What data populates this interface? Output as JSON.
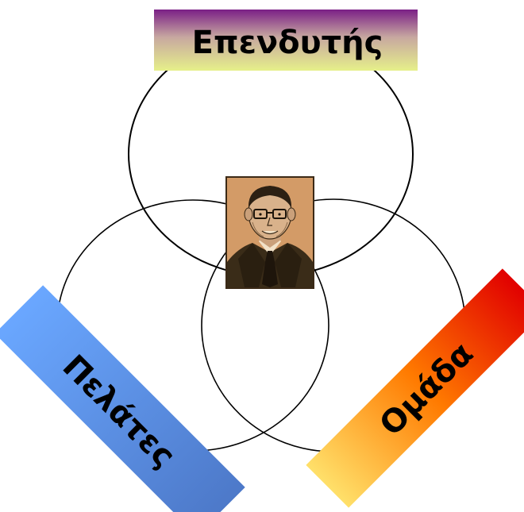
{
  "labels": {
    "top": "Επενδυτής",
    "left": "Πελάτες",
    "right": "Ομάδα"
  },
  "colors": {
    "top_gradient": [
      "#7a1f86",
      "#e6f08a"
    ],
    "left_gradient": [
      "#4d79c9",
      "#6aa7ff"
    ],
    "right_gradient": [
      "#e10000",
      "#ffe06a"
    ],
    "portrait_bg": "#d39b67",
    "portrait_dark": "#3b2a17"
  },
  "center_image": {
    "name": "man-portrait-illustration"
  }
}
